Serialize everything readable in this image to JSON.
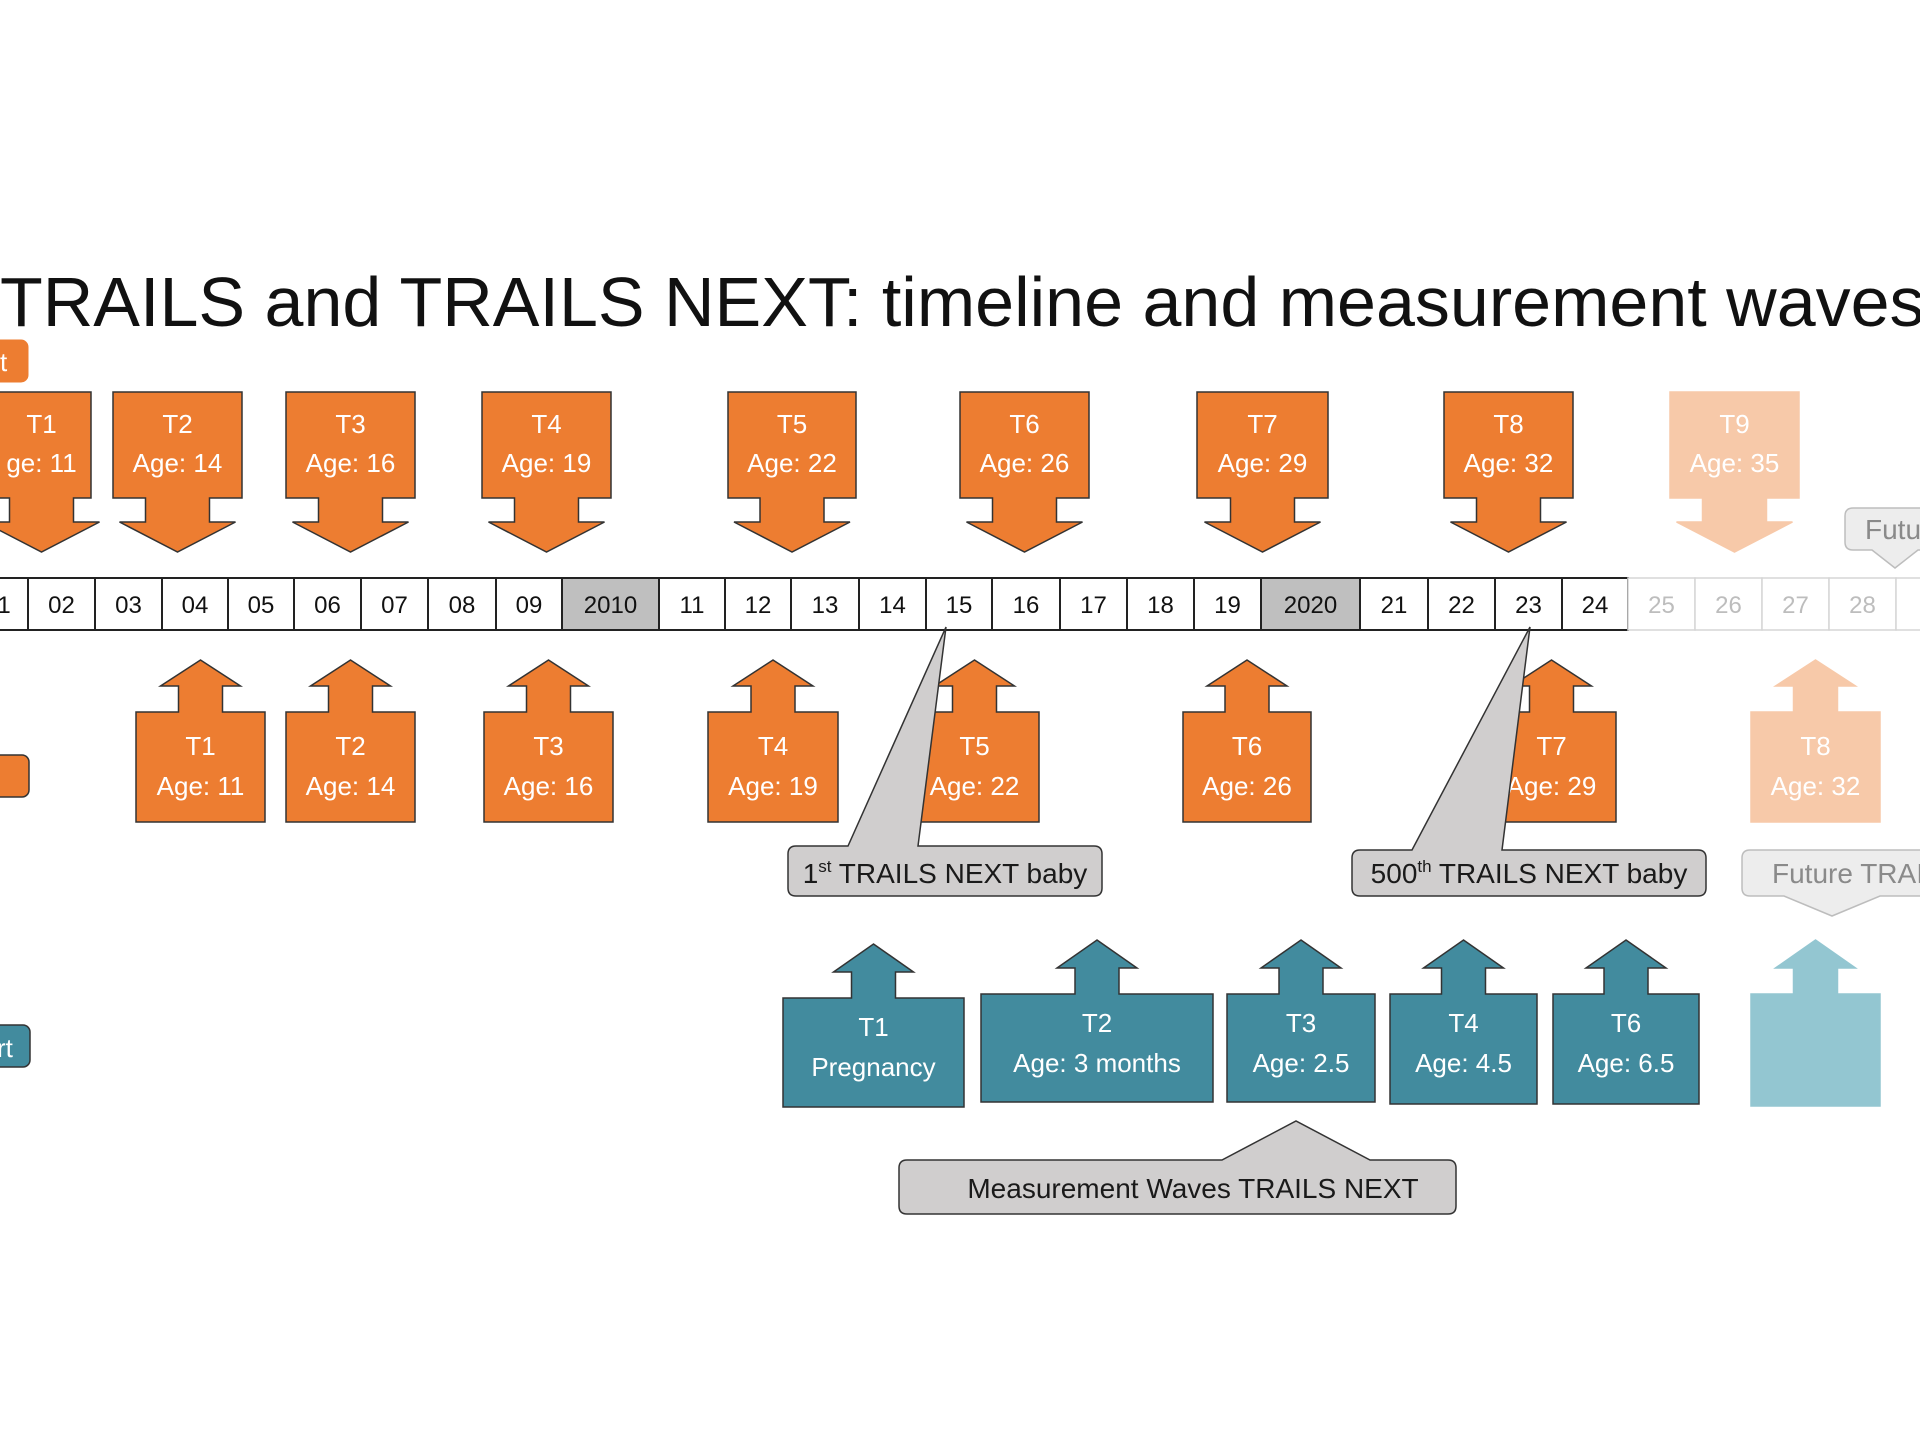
{
  "title": "TRAILS and TRAILS NEXT: timeline and measurement waves",
  "colors": {
    "orange": "#ED7D31",
    "orange_future": "#F7C9A9",
    "teal": "#428B9E",
    "teal_future": "#93C6D1",
    "callout": "#D0CECE",
    "year_shaded": "#BFBFBF",
    "year_future_text": "#BDBDBD"
  },
  "left_clipped_labels": [
    "t",
    "rt"
  ],
  "timeline": {
    "years": [
      "1",
      "02",
      "03",
      "04",
      "05",
      "06",
      "07",
      "08",
      "09",
      "2010",
      "11",
      "12",
      "13",
      "14",
      "15",
      "16",
      "17",
      "18",
      "19",
      "2020",
      "21",
      "22",
      "23",
      "24",
      "25",
      "26",
      "27",
      "28",
      ""
    ],
    "shaded": [
      "2010",
      "2020"
    ],
    "future": [
      "25",
      "26",
      "27",
      "28",
      ""
    ]
  },
  "trails_top_waves": [
    {
      "wave": "T1",
      "age": "ge: 11",
      "future": false
    },
    {
      "wave": "T2",
      "age": "Age: 14",
      "future": false
    },
    {
      "wave": "T3",
      "age": "Age: 16",
      "future": false
    },
    {
      "wave": "T4",
      "age": "Age: 19",
      "future": false
    },
    {
      "wave": "T5",
      "age": "Age: 22",
      "future": false
    },
    {
      "wave": "T6",
      "age": "Age: 26",
      "future": false
    },
    {
      "wave": "T7",
      "age": "Age: 29",
      "future": false
    },
    {
      "wave": "T8",
      "age": "Age: 32",
      "future": false
    },
    {
      "wave": "T9",
      "age": "Age: 35",
      "future": true
    }
  ],
  "trails_bottom_waves": [
    {
      "wave": "T1",
      "age": "Age: 11",
      "future": false
    },
    {
      "wave": "T2",
      "age": "Age: 14",
      "future": false
    },
    {
      "wave": "T3",
      "age": "Age: 16",
      "future": false
    },
    {
      "wave": "T4",
      "age": "Age: 19",
      "future": false
    },
    {
      "wave": "T5",
      "age": "Age: 22",
      "future": false
    },
    {
      "wave": "T6",
      "age": "Age: 26",
      "future": false
    },
    {
      "wave": "T7",
      "age": "Age: 29",
      "future": false
    },
    {
      "wave": "T8",
      "age": "Age: 32",
      "future": true
    }
  ],
  "trails_next_waves": [
    {
      "wave": "T1",
      "age": "Pregnancy",
      "future": false
    },
    {
      "wave": "T2",
      "age": "Age: 3 months",
      "future": false
    },
    {
      "wave": "T3",
      "age": "Age: 2.5",
      "future": false
    },
    {
      "wave": "T4",
      "age": "Age: 4.5",
      "future": false
    },
    {
      "wave": "T6",
      "age": "Age: 6.5",
      "future": false
    },
    {
      "wave": "",
      "age": "",
      "future": true
    }
  ],
  "callouts": {
    "first_baby": {
      "prefix": "1",
      "sup": "st",
      "text": " TRAILS NEXT baby"
    },
    "baby_500": {
      "prefix": "500",
      "sup": "th",
      "text": " TRAILS NEXT baby"
    },
    "measurement_waves": "Measurement Waves TRAILS NEXT",
    "future_top": "Futu",
    "future_bottom": "Future TRAI"
  }
}
